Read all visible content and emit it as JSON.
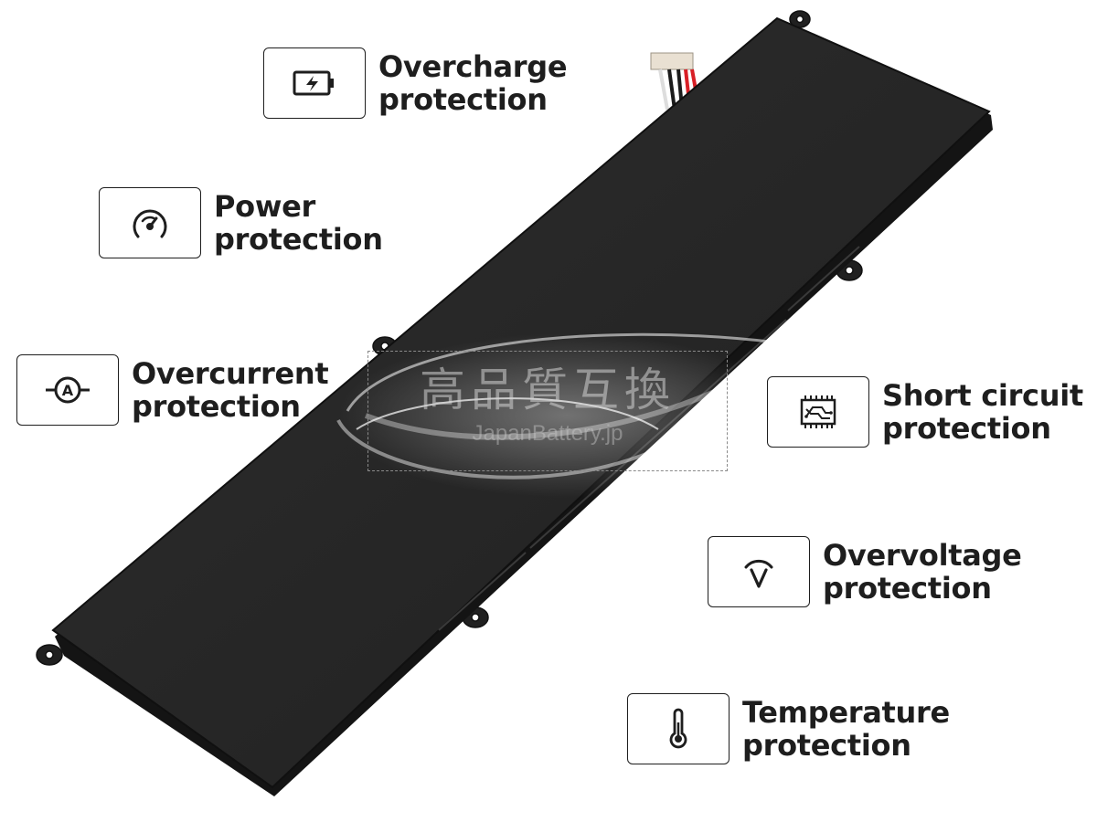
{
  "colors": {
    "battery_body": "#262626",
    "battery_edge": "#151515",
    "text": "#1e1e1e",
    "border": "#1e1e1e",
    "wire_red": "#d81f26"
  },
  "features": [
    {
      "id": "overcharge",
      "icon": "battery-charge-icon",
      "line1": "Overcharge",
      "line2": "protection"
    },
    {
      "id": "power",
      "icon": "gauge-icon",
      "line1": "Power",
      "line2": "protection"
    },
    {
      "id": "overcurrent",
      "icon": "ammeter-icon",
      "line1": "Overcurrent",
      "line2": "protection"
    },
    {
      "id": "short-circuit",
      "icon": "circuit-board-icon",
      "line1": "Short circuit",
      "line2": "protection"
    },
    {
      "id": "overvoltage",
      "icon": "voltmeter-icon",
      "line1": "Overvoltage",
      "line2": "protection"
    },
    {
      "id": "temperature",
      "icon": "thermometer-icon",
      "line1": "Temperature",
      "line2": "protection"
    }
  ],
  "watermark": {
    "jp_text": "高品質互換",
    "brand_text": "JapanBattery.jp"
  }
}
